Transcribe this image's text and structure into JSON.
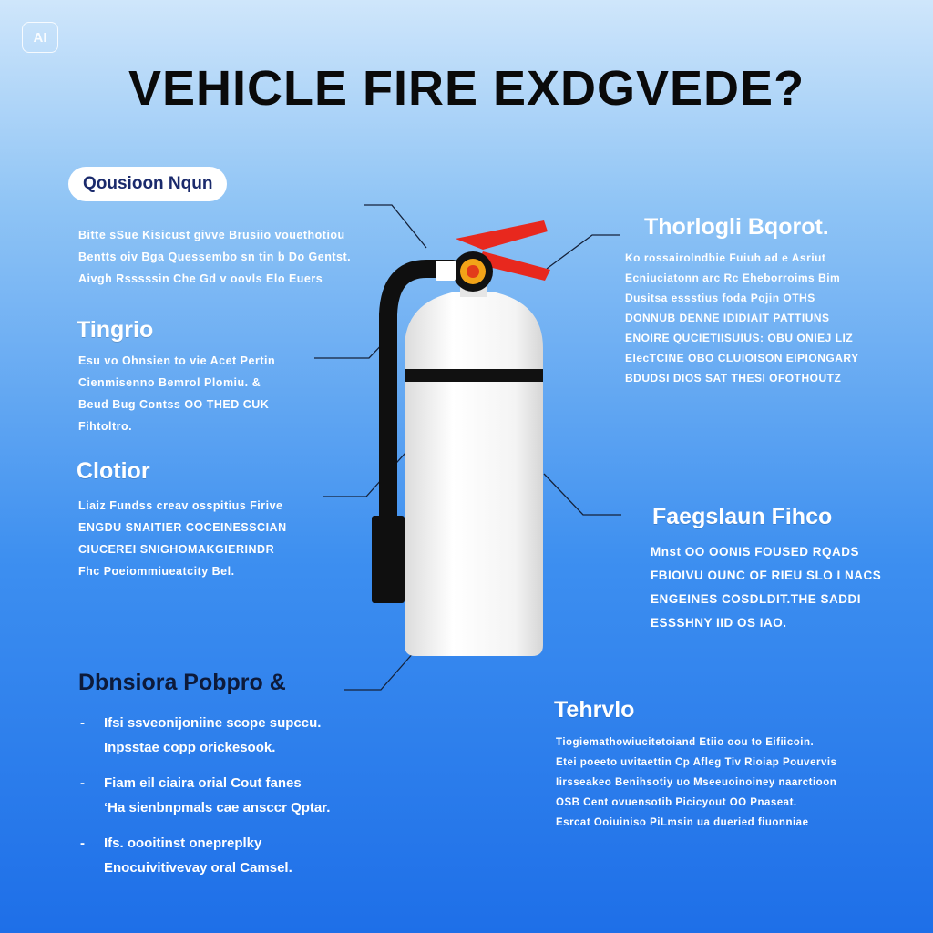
{
  "badge": "AI",
  "title": "VEHICLE FIRE EXDGVEDE?",
  "pill": "Qousioon Nqun",
  "left_top": {
    "lines": [
      "Bitte sSue Kisicust givve Brusiio vouethotiou",
      "Bentts oiv Bga Quessembo sn tin b Do Gentst.",
      "Aivgh Rsssssin Che Gd v oovls Elo Euers"
    ]
  },
  "tingrio": {
    "heading": "Tingrio",
    "lines": [
      "Esu vo Ohnsien to vie Acet Pertin",
      "Cienmisenno Bemrol Plomiu.  &",
      "Beud Bug Contss  OO THED CUK",
      "Fihtoltro."
    ]
  },
  "clotior": {
    "heading": "Clotior",
    "lines": [
      "Liaiz Fundss creav osspitius Firive",
      "ENGDU SNAITIER COCEINESSCIAN",
      "CIUCEREI SNIGHOMAKGIERINDR",
      "Fhc Poeiommiueatcity Bel."
    ]
  },
  "dbnsiora": {
    "heading": "Dbnsiora Pobpro &",
    "bullets": [
      {
        "dash": "-",
        "line1": "Ifsi ssveonijoniine scope supccu.",
        "line2": "Inpsstae copp orickesook."
      },
      {
        "dash": "-",
        "line1": "Fiam eil  ciaira orial Cout fanes",
        "line2": "‘Ha sienbnpmals cae ansccr  Qptar."
      },
      {
        "dash": "-",
        "line1": "Ifs. oooitinst onepreplky",
        "line2": "Enocuivitivevay oral Camsel."
      }
    ]
  },
  "thorlogli": {
    "heading": "Thorlogli Bqorot.",
    "lines": [
      "Ko rossairolndbie Fuiuh ad e Asriut",
      "Ecniuciatonn arc Rc Eheborroims Bim",
      "Dusitsa essstius foda Pojin OTHS",
      "DONNUB DENNE IDIDIAIT PATTIUNS",
      "ENOIRE QUCIETIISUIUS: OBU ONIEJ LIZ",
      "ElecTCINE OBO CLUIOISON EIPIONGARY",
      "BDUDSI DIOS SAT THESI  OFOTHOUTZ"
    ]
  },
  "fagslaun": {
    "heading": "Faegslaun Fihco",
    "lines": [
      "Mnst OO OONIS FOUSED RQADS",
      "FBIOIVU OUNC OF RIEU SLO  I NACS",
      "ENGEINES COSDLDIT.THE  SADDI",
      "ESSSHNY IID OS IAO."
    ]
  },
  "tehrvlo": {
    "heading": "Tehrvlo",
    "lines": [
      "Tiogiemathowiucitetoiand  Etiio oou to Eifiicoin.",
      "Etei poeeto uvitaettin  Cp Afleg Tiv Rioiap Pouvervis",
      "Iirsseakeo Benihsotiy  uo Mseeuoinoiney naarctioon",
      "OSB  Cent ovuensotib Picicyout  OO  Pnaseat.",
      "Esrcat  Ooiuiniso  PiLmsin ua dueried fiuonniae"
    ]
  },
  "colors": {
    "bg_top": "#cfe6fb",
    "bg_bottom": "#1e6fe8",
    "title": "#0a0a0a",
    "handle_red": "#e8281e",
    "cylinder": "#f4f4f4",
    "hose": "#0f0f0f"
  }
}
